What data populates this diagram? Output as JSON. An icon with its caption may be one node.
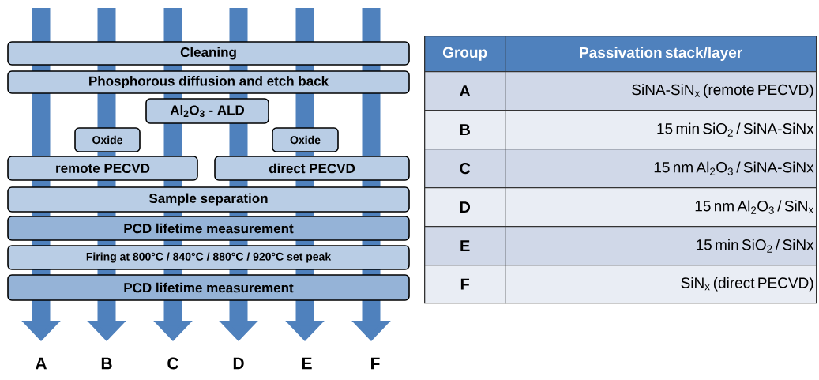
{
  "diagram": {
    "nodes": [
      {
        "text": [
          "Cleaning"
        ]
      },
      {
        "text": [
          "Phosphorous diffusion and etch back"
        ]
      },
      {
        "text": [
          "Al$_{2}$O$_{3}$ - ALD"
        ]
      },
      {
        "text": [
          "Oxide"
        ]
      },
      {
        "text": [
          "Oxide"
        ]
      },
      {
        "text": [
          "remote PECVD"
        ]
      },
      {
        "text": [
          "direct PECVD"
        ]
      },
      {
        "text": [
          "Sample separation"
        ]
      },
      {
        "text": [
          "PCD lifetime measurement"
        ]
      },
      {
        "text": [
          "Firing at 800°C / 840°C / 880°C / 920°C set peak"
        ]
      },
      {
        "text": [
          "PCD lifetime measurement"
        ]
      },
      {
        "text": [
          "A"
        ]
      },
      {
        "text": [
          "B"
        ]
      },
      {
        "text": [
          "C"
        ]
      },
      {
        "text": [
          "D"
        ]
      },
      {
        "text": [
          "E"
        ]
      },
      {
        "text": [
          "F"
        ]
      }
    ],
    "edges": [
      {
        "from": null,
        "to": 11,
        "arrow": "to"
      },
      {
        "from": null,
        "to": 12,
        "arrow": "to"
      },
      {
        "from": null,
        "to": 13,
        "arrow": "to"
      },
      {
        "from": null,
        "to": 14,
        "arrow": "to"
      },
      {
        "from": null,
        "to": 15,
        "arrow": "to"
      },
      {
        "from": null,
        "to": 16,
        "arrow": "to"
      }
    ],
    "labels": [
      "Group",
      "Passivation stack/layer",
      "A",
      "SiNA-SiN$_{x}$ (remote PECVD)",
      "B",
      "15 min SiO$_{2}$ /  SiNA-SiNx",
      "C",
      "15 nm Al$_{2}$O$_{3}$ /  SiNA-SiNx",
      "D",
      "15 nm Al$_{2}$O$_{3}$ /  SiN$_{x}$",
      "E",
      "15 min SiO$_{2}$ /  SiNx",
      "F",
      "SiN$_{x}$ (direct PECVD)"
    ]
  }
}
